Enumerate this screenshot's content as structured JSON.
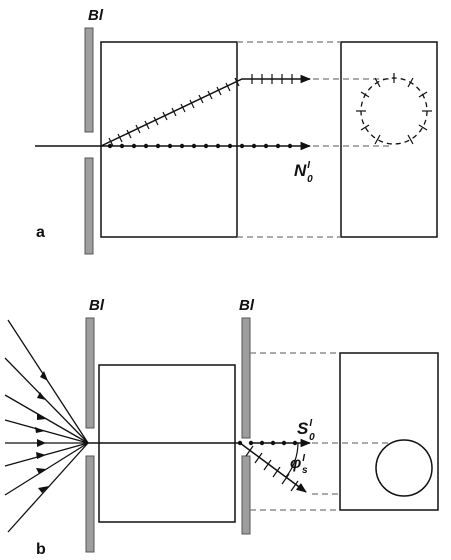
{
  "panel_a": {
    "label": "a",
    "aperture_label": "Bl",
    "ray_label_main": "N",
    "ray_label_sup": "I",
    "ray_label_sub": "0"
  },
  "panel_b": {
    "label": "b",
    "aperture_left_label": "Bl",
    "aperture_right_label": "Bl",
    "ray_label_main": "S",
    "ray_label_sup": "I",
    "ray_label_sub": "0",
    "angle_label_main": "φ",
    "angle_label_sup": "I",
    "angle_label_sub": "s"
  },
  "colors": {
    "line": "#111111",
    "aperture": "#9e9e9e",
    "dash": "#666666"
  }
}
